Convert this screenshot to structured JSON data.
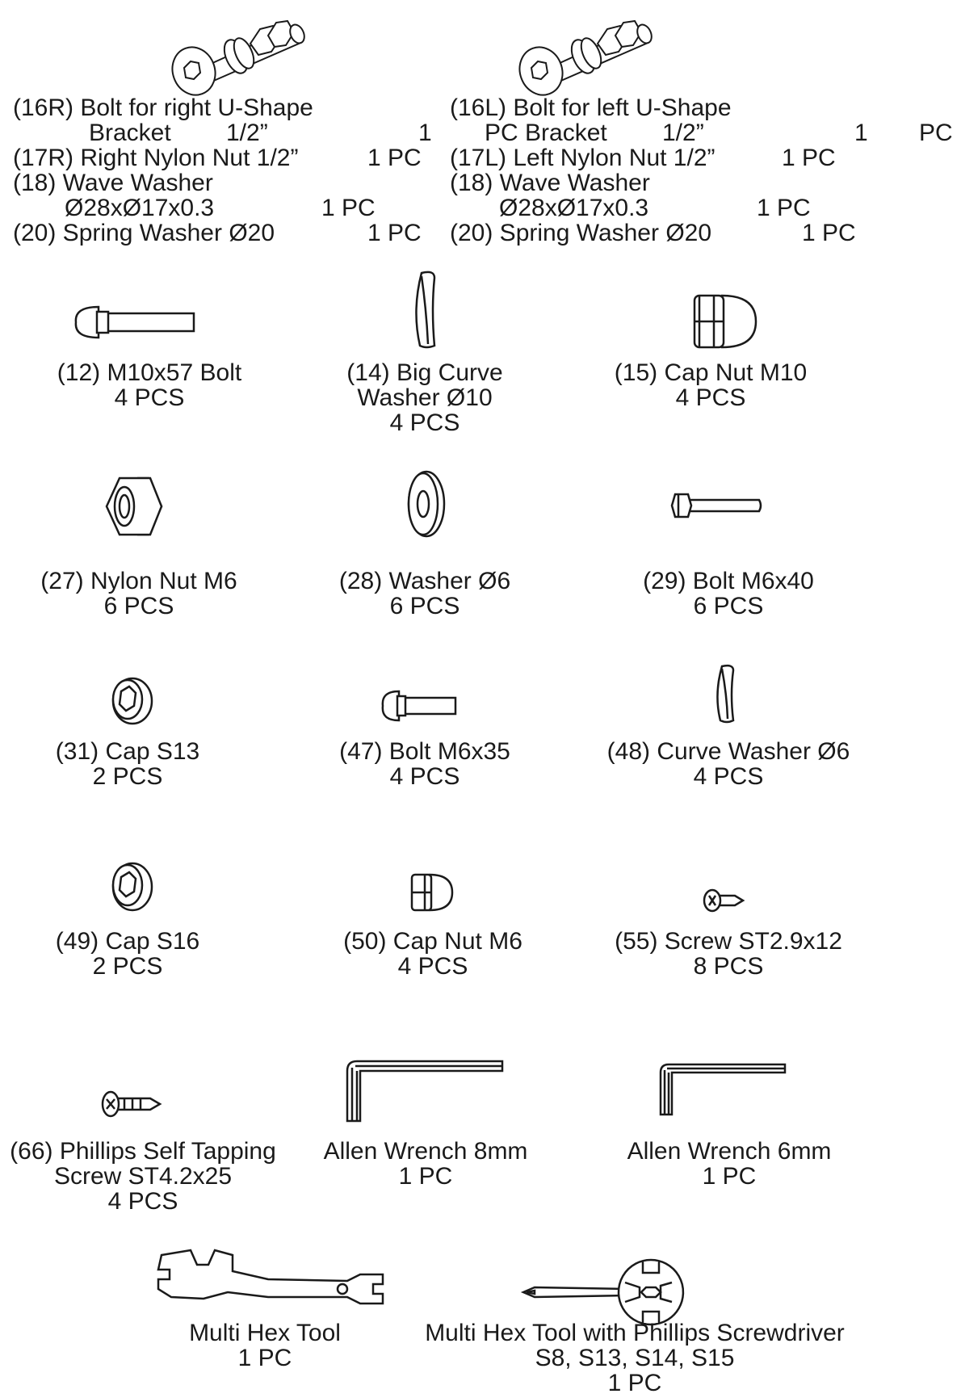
{
  "top": {
    "right": {
      "l1": "(16R) Bolt for right U-Shape",
      "l2a": "Bracket",
      "l2b": "1/2”",
      "l2c": "1",
      "l3a": "(17R) Right Nylon Nut 1/2”",
      "l3b": "1 PC",
      "l4": "(18) Wave Washer",
      "l5a": "Ø28xØ17x0.3",
      "l5b": "1  PC",
      "l6a": "(20)  Spring  Washer  Ø20",
      "l6b": "1  PC"
    },
    "left": {
      "l1": "(16L) Bolt for left U-Shape",
      "l2a": "PC Bracket",
      "l2b": "1/2”",
      "l2c": "1",
      "l2d": "PC",
      "l3a": "(17L) Left Nylon Nut 1/2”",
      "l3b": "1 PC",
      "l4": "(18) Wave Washer",
      "l5a": "Ø28xØ17x0.3",
      "l5b": "1  PC",
      "l6a": "(20)  Spring  Washer  Ø20",
      "l6b": "1  PC"
    }
  },
  "parts": [
    {
      "name": "(12) M10x57 Bolt",
      "qty": "4 PCS",
      "icon": "carriage-bolt-icon"
    },
    {
      "name": "(14) Big Curve",
      "name2": "Washer Ø10",
      "qty": "4 PCS",
      "icon": "curve-washer-icon"
    },
    {
      "name": "(15) Cap Nut M10",
      "qty": "4 PCS",
      "icon": "cap-nut-icon"
    },
    {
      "name": "(27) Nylon Nut M6",
      "qty": "6 PCS",
      "icon": "hex-nut-icon"
    },
    {
      "name": "(28) Washer Ø6",
      "qty": "6 PCS",
      "icon": "flat-washer-icon"
    },
    {
      "name": "(29) Bolt M6x40",
      "qty": "6 PCS",
      "icon": "hex-bolt-icon"
    },
    {
      "name": "(31) Cap S13",
      "qty": "2 PCS",
      "icon": "cap-icon"
    },
    {
      "name": "(47) Bolt M6x35",
      "qty": "4 PCS",
      "icon": "carriage-bolt-icon"
    },
    {
      "name": "(48) Curve Washer Ø6",
      "qty": "4 PCS",
      "icon": "curve-washer-icon"
    },
    {
      "name": "(49) Cap S16",
      "qty": "2 PCS",
      "icon": "cap-icon"
    },
    {
      "name": "(50) Cap Nut M6",
      "qty": "4 PCS",
      "icon": "cap-nut-icon"
    },
    {
      "name": "(55) Screw ST2.9x12",
      "qty": "8 PCS",
      "icon": "screw-icon"
    },
    {
      "name": "(66) Phillips Self Tapping",
      "name2": "Screw ST4.2x25",
      "qty": "4 PCS",
      "icon": "screw-icon"
    },
    {
      "name": "Allen Wrench 8mm",
      "qty": "1 PC",
      "icon": "allen-wrench-icon"
    },
    {
      "name": "Allen Wrench 6mm",
      "qty": "1 PC",
      "icon": "allen-wrench-icon"
    },
    {
      "name": "Multi Hex Tool",
      "qty": "1 PC",
      "icon": "multi-hex-tool-icon"
    },
    {
      "name": "Multi Hex Tool with Phillips Screwdriver",
      "name2": "S8, S13, S14, S15",
      "qty": "1 PC",
      "icon": "multi-hex-screwdriver-icon"
    }
  ]
}
